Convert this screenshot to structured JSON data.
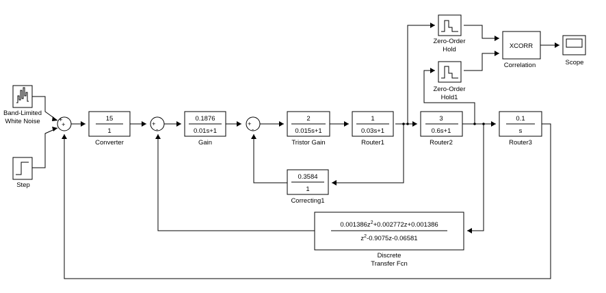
{
  "blocks": {
    "noise": {
      "label_line1": "Band-Limited",
      "label_line2": "White Noise"
    },
    "step": {
      "label": "Step"
    },
    "converter": {
      "num": "15",
      "den": "1",
      "label": "Converter"
    },
    "gain": {
      "num": "0.1876",
      "den": "0.01s+1",
      "label": "Gain"
    },
    "tristor": {
      "num": "2",
      "den": "0.015s+1",
      "label": "Tristor Gain"
    },
    "router1": {
      "num": "1",
      "den": "0.03s+1",
      "label": "Router1"
    },
    "router2": {
      "num": "3",
      "den": "0.6s+1",
      "label": "Router2"
    },
    "router3": {
      "num": "0.1",
      "den": "s",
      "label": "Router3"
    },
    "correcting1": {
      "num": "0.3584",
      "den": "1",
      "label": "Correcting1"
    },
    "zoh": {
      "label_line1": "Zero-Order",
      "label_line2": "Hold"
    },
    "zoh1": {
      "label_line1": "Zero-Order",
      "label_line2": "Hold1"
    },
    "correlation": {
      "text": "XCORR",
      "label": "Correlation"
    },
    "scope": {
      "label": "Scope"
    },
    "discrete": {
      "num_a": "0.001386z",
      "num_exp": "2",
      "num_b": "+0.002772z+0.001386",
      "den_a": "z",
      "den_exp": "2",
      "den_b": "-0.9075z-0.06581",
      "label_line1": "Discrete",
      "label_line2": "Transfer Fcn"
    }
  },
  "sum_signs": {
    "sum1_top": "+",
    "sum1_left": "+",
    "sum2_left": "+",
    "sum2_bottom": "-",
    "sum3_left": "+",
    "sum3_bottom": "-"
  }
}
